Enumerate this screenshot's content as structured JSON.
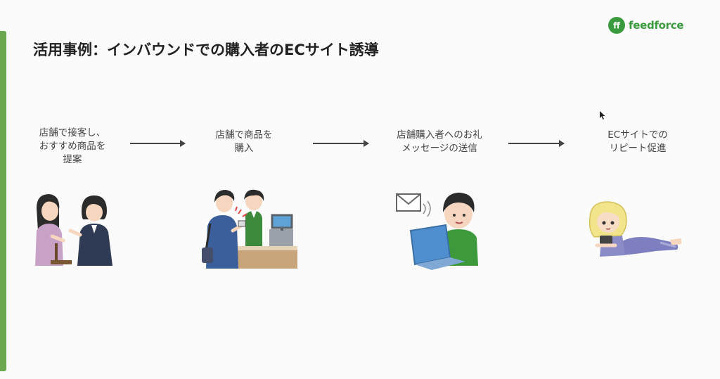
{
  "slide": {
    "title": "活用事例：インバウンドでの購入者のECサイト誘導",
    "logo_text": "feedforce",
    "accent_color": "#6aa84f",
    "brand_color": "#3a9a3e"
  },
  "steps": [
    {
      "lines": [
        "店舗で接客し、",
        "おすすめ商品を",
        "提案"
      ]
    },
    {
      "lines": [
        "店舗で商品を",
        "購入"
      ]
    },
    {
      "lines": [
        "店舗購入者へのお礼",
        "メッセージの送信"
      ]
    },
    {
      "lines": [
        "ECサイトでの",
        "リピート促進"
      ]
    }
  ]
}
